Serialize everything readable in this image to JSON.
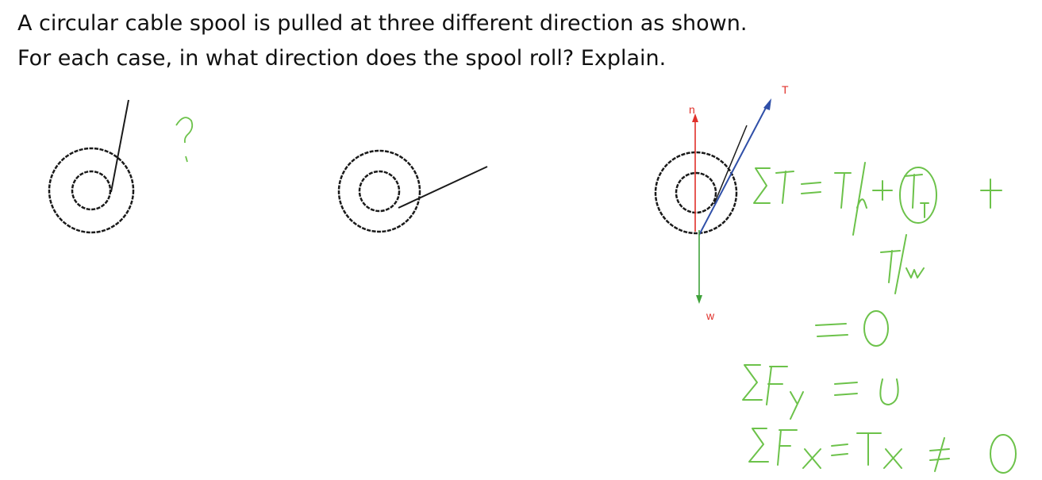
{
  "question": {
    "line1": "A circular cable spool is pulled at three different direction as shown.",
    "line2": "For each case, in what direction does the spool roll? Explain."
  },
  "annotations": {
    "case1_mark": "?"
  },
  "force_labels": {
    "normal": "n",
    "tension": "T",
    "weight": "w"
  },
  "colors": {
    "text": "#111111",
    "ink": "#1a1a1a",
    "normal_force": "#e0302a",
    "tension": "#2f4fa8",
    "weight": "#3fa23a",
    "handwriting": "#6cc24a"
  },
  "handwritten_equations": {
    "line1": "Στ = τn + (τT) +",
    "line2": "τw",
    "line3": "= 0",
    "line4": "ΣFy = 0",
    "line5": "ΣFx = Tx ≠ 0",
    "note": "τn and τw are struck through; τT is circled"
  }
}
